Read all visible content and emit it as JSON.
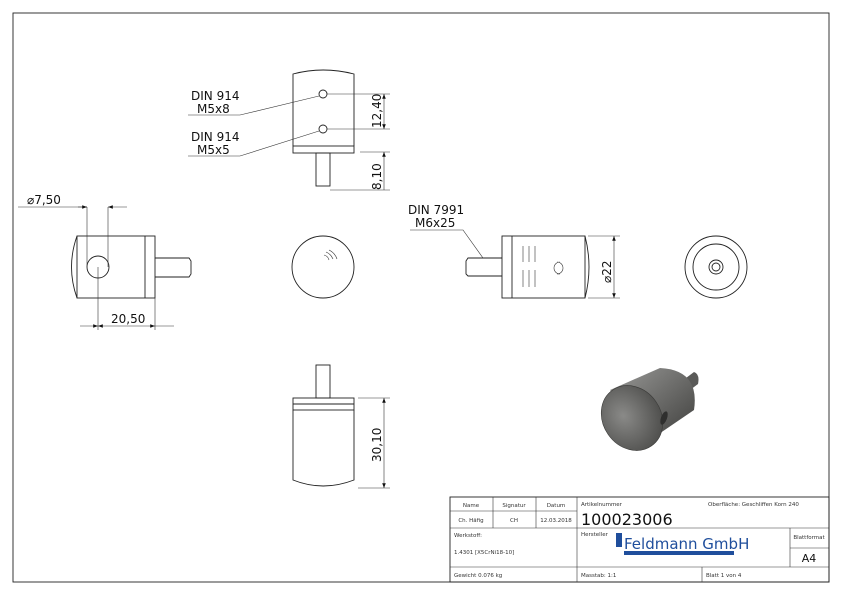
{
  "annotations": {
    "din914_a": "DIN 914",
    "m5x8": "M5x8",
    "din914_b": "DIN 914",
    "m5x5": "M5x5",
    "din7991": "DIN 7991",
    "m6x25": "M6x25",
    "dim_12_40": "12,40",
    "dim_8_10": "8,10",
    "dim_d7_50": "⌀7,50",
    "dim_20_50": "20,50",
    "dim_d22": "⌀22",
    "dim_30_10": "30,10"
  },
  "title_block": {
    "name_label": "Name",
    "signatur_label": "Signatur",
    "datum_label": "Datum",
    "name": "Ch. Häfig",
    "signatur": "CH",
    "datum": "12.03.2018",
    "artikelnummer_label": "Artikelnummer",
    "artikelnummer": "100023006",
    "oberflaeche": "Oberfläche:  Geschliffen Korn 240",
    "werkstoff_label": "Werkstoff:",
    "werkstoff": "1.4301 [X5CrNi18-10]",
    "hersteller_label": "Hersteller",
    "logo_text": "Feldmann GmbH",
    "blattformat_label": "Blattformat",
    "blattformat": "A4",
    "gewicht": "Gewicht 0.076 kg",
    "massstab": "Masstab: 1:1",
    "blatt": "Blatt 1 von 4",
    "logo_color": "#1f4e9c"
  }
}
